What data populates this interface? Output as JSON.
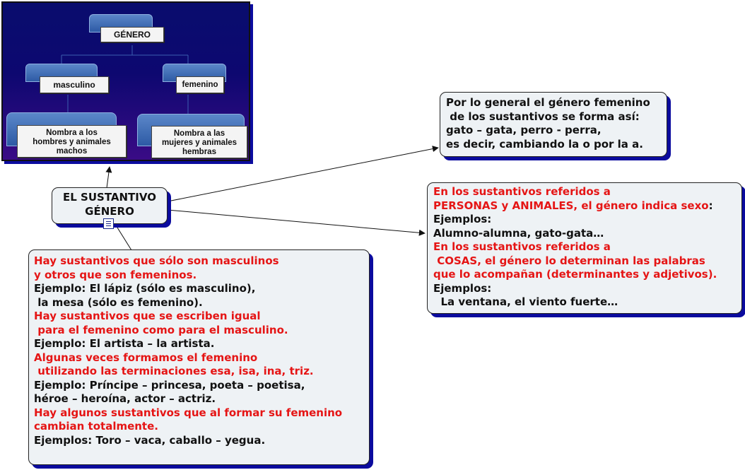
{
  "image_node": {
    "root": "GÉNERO",
    "left_branch": "masculino",
    "right_branch": "femenino",
    "left_leaf": [
      "Nombra a los",
      "hombres y animales",
      "machos"
    ],
    "right_leaf": [
      "Nombra a las",
      "mujeres y animales",
      "hembras"
    ]
  },
  "main_node": {
    "lines": [
      "EL SUSTANTIVO",
      "GÉNERO"
    ]
  },
  "note_icon": "note-icon",
  "right_top_node": {
    "lines": [
      "Por lo general el género femenino",
      " de los sustantivos se forma así:",
      "gato – gata, perro - perra,",
      "es decir, cambiando la o por la a."
    ]
  },
  "right_bottom_node": {
    "lines": [
      {
        "text": "En los sustantivos referidos a",
        "color": "red"
      },
      {
        "text": "PERSONAS y ANIMALES, el género indica sexo",
        "color": "red",
        "suffix": ":"
      },
      {
        "text": "Ejemplos:",
        "color": "black"
      },
      {
        "text": "Alumno-alumna, gato-gata…",
        "color": "black"
      },
      {
        "text": "En los sustantivos referidos a",
        "color": "red"
      },
      {
        "text": " COSAS, el género lo determinan las palabras",
        "color": "red"
      },
      {
        "text": "que lo acompañan (determinantes y adjetivos).",
        "color": "red"
      },
      {
        "text": "Ejemplos:",
        "color": "black"
      },
      {
        "text": "  La ventana, el viento fuerte…",
        "color": "black"
      }
    ]
  },
  "left_bottom_node": {
    "lines": [
      {
        "text": "Hay sustantivos que sólo son masculinos",
        "color": "red"
      },
      {
        "text": "y otros que son femeninos.",
        "color": "red"
      },
      {
        "text": "Ejemplo: El lápiz (sólo es masculino),",
        "color": "black"
      },
      {
        "text": " la mesa (sólo es femenino).",
        "color": "black"
      },
      {
        "text": "Hay sustantivos que se escriben igual",
        "color": "red"
      },
      {
        "text": " para el femenino como para el masculino.",
        "color": "red"
      },
      {
        "text": "Ejemplo: El artista – la artista.",
        "color": "black"
      },
      {
        "text": "Algunas veces formamos el femenino",
        "color": "red"
      },
      {
        "text": " utilizando las terminaciones esa, isa, ina, triz.",
        "color": "red"
      },
      {
        "text": "Ejemplo: Príncipe – princesa, poeta – poetisa,",
        "color": "black"
      },
      {
        "text": "héroe – heroína, actor – actriz.",
        "color": "black"
      },
      {
        "text": "Hay algunos sustantivos que al formar su femenino",
        "color": "red"
      },
      {
        "text": "cambian totalmente.",
        "color": "red"
      },
      {
        "text": "Ejemplos: Toro – vaca, caballo – yegua.",
        "color": "black"
      }
    ]
  },
  "colors": {
    "red_text": "#e51515",
    "black_text": "#111111",
    "node_fill": "#eef2f5",
    "node_shadow": "#0b0b9e"
  }
}
